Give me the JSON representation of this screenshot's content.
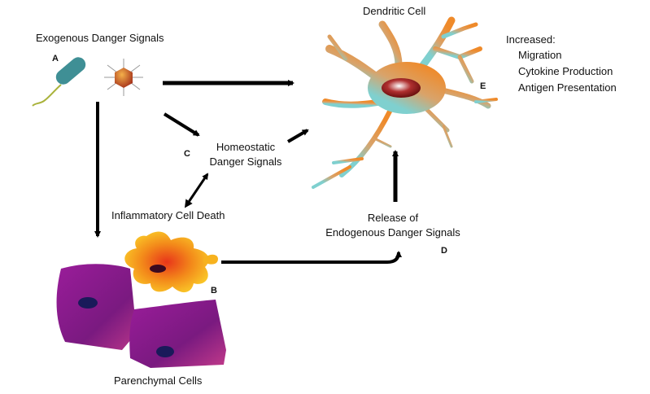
{
  "labels": {
    "exogenous": "Exogenous Danger Signals",
    "dendritic": "Dendritic Cell",
    "increased_title": "Increased:",
    "increased_items": [
      "Migration",
      "Cytokine Production",
      "Antigen Presentation"
    ],
    "homeostatic_line1": "Homeostatic",
    "homeostatic_line2": "Danger Signals",
    "inflammatory": "Inflammatory Cell Death",
    "release_line1": "Release of",
    "release_line2": "Endogenous Danger Signals",
    "parenchymal": "Parenchymal Cells"
  },
  "letters": {
    "a": "A",
    "b": "B",
    "c": "C",
    "d": "D",
    "e": "E"
  },
  "colors": {
    "arrow": "#000000",
    "bacterium": "#3f8f95",
    "virus": "#c0601a",
    "dendritic_orange": "#e88a2c",
    "dendritic_teal": "#6ec7c8",
    "nucleus": "#8b1a1a",
    "parenchymal": "#8a1d8a",
    "parenchymal_nucleus": "#1a1a5a",
    "dying_cell": "#f3a21c"
  }
}
